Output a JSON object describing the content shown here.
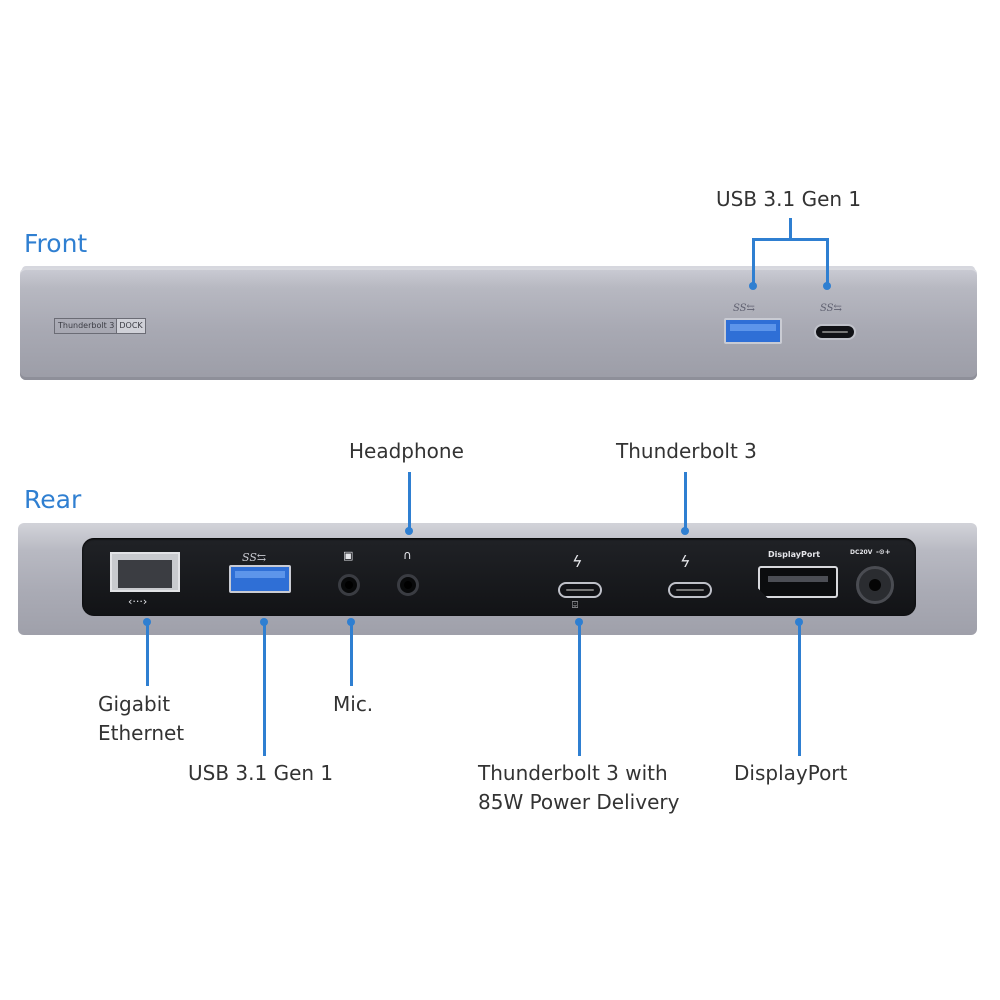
{
  "sections": {
    "front": "Front",
    "rear": "Rear"
  },
  "front": {
    "brand_a": "Thunderbolt 3",
    "brand_b": "DOCK",
    "callout_usb": "USB 3.1 Gen 1",
    "port_logo": "SS⇆"
  },
  "rear": {
    "callouts": {
      "headphone": "Headphone",
      "thunderbolt3": "Thunderbolt 3",
      "ethernet_line1": "Gigabit",
      "ethernet_line2": "Ethernet",
      "mic": "Mic.",
      "usb": "USB 3.1 Gen 1",
      "tb3_pd_line1": "Thunderbolt 3 with",
      "tb3_pd_line2": "85W Power Delivery",
      "displayport": "DisplayPort"
    },
    "labels": {
      "displayport": "DisplayPort",
      "dc": "DC20V",
      "ss_logo": "SS⇆"
    },
    "icons": {
      "ethernet": "‹···›",
      "thunderbolt": "ϟ",
      "mic": "▣",
      "headphone": "∩",
      "power": "⌹",
      "dc_polarity": "-⊙+"
    }
  },
  "colors": {
    "accent": "#2f7fd1",
    "text": "#333333",
    "usb_blue": "#2f6fd6"
  }
}
